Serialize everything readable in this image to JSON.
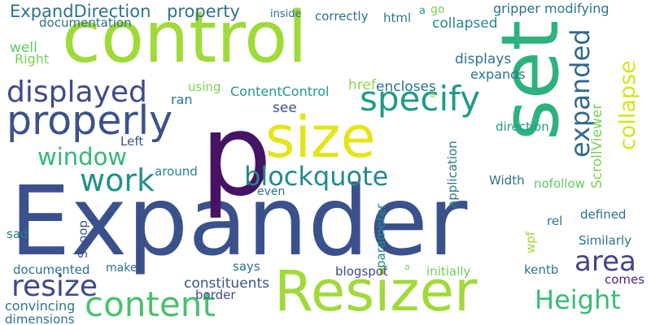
{
  "word_cloud": {
    "words": [
      {
        "text": "Expander",
        "color": "#3b518b",
        "rotated": false
      },
      {
        "text": "p",
        "color": "#471365",
        "rotated": false
      },
      {
        "text": "control",
        "color": "#a0da39",
        "rotated": false
      },
      {
        "text": "set",
        "color": "#2db27d",
        "rotated": true
      },
      {
        "text": "size",
        "color": "#e5e419",
        "rotated": false
      },
      {
        "text": "Resizer",
        "color": "#a0da39",
        "rotated": false
      },
      {
        "text": "properly",
        "color": "#3b528b",
        "rotated": false
      },
      {
        "text": "collapse",
        "color": "#d8e219",
        "rotated": true
      },
      {
        "text": "expanded",
        "color": "#31688e",
        "rotated": true
      },
      {
        "text": "displayed",
        "color": "#3e4a89",
        "rotated": false
      },
      {
        "text": "content",
        "color": "#4ac16d",
        "rotated": false
      },
      {
        "text": "resize",
        "color": "#3e4989",
        "rotated": false
      },
      {
        "text": "specify",
        "color": "#1f9a8a",
        "rotated": false
      },
      {
        "text": "work",
        "color": "#22908c",
        "rotated": false
      },
      {
        "text": "window",
        "color": "#35b779",
        "rotated": false
      },
      {
        "text": "blockquote",
        "color": "#238a8d",
        "rotated": false
      },
      {
        "text": "Height",
        "color": "#3bbb75",
        "rotated": false
      },
      {
        "text": "area",
        "color": "#414487",
        "rotated": false
      },
      {
        "text": "ExpandDirection",
        "color": "#2c728e",
        "rotated": false
      },
      {
        "text": "property",
        "color": "#2c728e",
        "rotated": false
      },
      {
        "text": "documentation",
        "color": "#2d708e",
        "rotated": false
      },
      {
        "text": "inside",
        "color": "#2d708e",
        "rotated": false
      },
      {
        "text": "correctly",
        "color": "#2c728e",
        "rotated": false
      },
      {
        "text": "html",
        "color": "#2a788e",
        "rotated": false
      },
      {
        "text": "go",
        "color": "#7ad151",
        "rotated": false
      },
      {
        "text": "collapsed",
        "color": "#25848e",
        "rotated": false
      },
      {
        "text": "gripper",
        "color": "#2e6e8e",
        "rotated": false
      },
      {
        "text": "modifying",
        "color": "#2a768e",
        "rotated": false
      },
      {
        "text": "ScrollViewer",
        "color": "#7ad151",
        "rotated": true
      },
      {
        "text": "well",
        "color": "#5ec962",
        "rotated": false
      },
      {
        "text": "Right",
        "color": "#75d054",
        "rotated": false
      },
      {
        "text": "displays",
        "color": "#2e6e8e",
        "rotated": false
      },
      {
        "text": "expands",
        "color": "#2a768e",
        "rotated": false
      },
      {
        "text": "using",
        "color": "#7ad151",
        "rotated": false
      },
      {
        "text": "ContentControl",
        "color": "#1f988b",
        "rotated": false
      },
      {
        "text": "href",
        "color": "#8fd744",
        "rotated": false
      },
      {
        "text": "encloses",
        "color": "#2c718e",
        "rotated": false
      },
      {
        "text": "ran",
        "color": "#2a788e",
        "rotated": false
      },
      {
        "text": "see",
        "color": "#3b528b",
        "rotated": false
      },
      {
        "text": "direction",
        "color": "#1f9e89",
        "rotated": false
      },
      {
        "text": "Left",
        "color": "#3b528b",
        "rotated": false
      },
      {
        "text": "around",
        "color": "#27808e",
        "rotated": false
      },
      {
        "text": "application",
        "color": "#2a788e",
        "rotated": true
      },
      {
        "text": "Width",
        "color": "#2c718e",
        "rotated": false
      },
      {
        "text": "nofollow",
        "color": "#5ec962",
        "rotated": false
      },
      {
        "text": "even",
        "color": "#2c718e",
        "rotated": false
      },
      {
        "text": "Snoop",
        "color": "#3b528b",
        "rotated": true
      },
      {
        "text": "parameter",
        "color": "#238a8d",
        "rotated": true
      },
      {
        "text": "rel",
        "color": "#2a788e",
        "rotated": false
      },
      {
        "text": "defined",
        "color": "#2e6e8e",
        "rotated": false
      },
      {
        "text": "sad",
        "color": "#2a788e",
        "rotated": false
      },
      {
        "text": "wpf",
        "color": "#a0da39",
        "rotated": true
      },
      {
        "text": "Similarly",
        "color": "#2c728e",
        "rotated": false
      },
      {
        "text": "make",
        "color": "#2e6e8e",
        "rotated": false
      },
      {
        "text": "says",
        "color": "#2e6e8e",
        "rotated": false
      },
      {
        "text": "documented",
        "color": "#2e6e8e",
        "rotated": false
      },
      {
        "text": "blogspot",
        "color": "#3e4a89",
        "rotated": false
      },
      {
        "text": "initially",
        "color": "#6ccd5a",
        "rotated": false
      },
      {
        "text": "kentb",
        "color": "#2a788e",
        "rotated": false
      },
      {
        "text": "constituents",
        "color": "#3b528b",
        "rotated": false
      },
      {
        "text": "comes",
        "color": "#482576",
        "rotated": false
      },
      {
        "text": "border",
        "color": "#3e4a89",
        "rotated": false
      },
      {
        "text": "convincing",
        "color": "#2a788e",
        "rotated": false
      },
      {
        "text": "dimensions",
        "color": "#2e6e8e",
        "rotated": false
      },
      {
        "text": "a",
        "color": "#1f9a8a",
        "rotated": false
      },
      {
        "text": "a",
        "color": "#8fd744",
        "rotated": false
      },
      {
        "text": "a",
        "color": "#7ad151",
        "rotated": false
      }
    ]
  }
}
